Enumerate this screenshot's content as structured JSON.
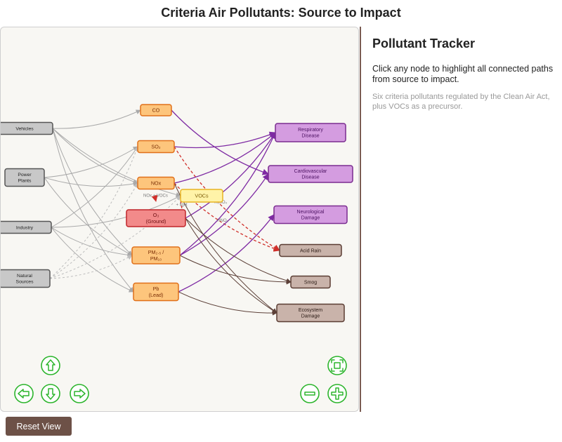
{
  "title": "Criteria Air Pollutants: Source to Impact",
  "sidebar": {
    "heading": "Pollutant Tracker",
    "instructions": "Click any node to highlight all connected paths from source to impact.",
    "note": "Six criteria pollutants regulated by the Clean Air Act, plus VOCs as a precursor."
  },
  "reset_label": "Reset View",
  "colors": {
    "source_fill": "#c8c8c8",
    "source_stroke": "#555555",
    "pollutant_fill": "#fdc57c",
    "pollutant_stroke": "#e0701a",
    "voc_fill": "#fff3a8",
    "voc_stroke": "#e8b423",
    "ozone_fill": "#f28a8a",
    "ozone_stroke": "#c0252a",
    "health_fill": "#d49ce0",
    "health_stroke": "#7a2c8f",
    "env_fill": "#c9b3aa",
    "env_stroke": "#5a3d33",
    "edge_source": "#a9a9a9",
    "edge_health": "#7e2aa3",
    "edge_env": "#5c4038",
    "edge_secondary": "#d0302b",
    "nav": "#2db52d"
  },
  "nodes": [
    {
      "id": "vehicles",
      "lines": [
        "Vehicles"
      ],
      "kind": "source"
    },
    {
      "id": "power",
      "lines": [
        "Power",
        "Plants"
      ],
      "kind": "source"
    },
    {
      "id": "industry",
      "lines": [
        "Industry"
      ],
      "kind": "source"
    },
    {
      "id": "natural",
      "lines": [
        "Natural",
        "Sources"
      ],
      "kind": "source"
    },
    {
      "id": "co",
      "lines": [
        "CO"
      ],
      "kind": "pollutant"
    },
    {
      "id": "so2",
      "lines": [
        "SO₂"
      ],
      "kind": "pollutant"
    },
    {
      "id": "nox",
      "lines": [
        "NOx"
      ],
      "kind": "pollutant"
    },
    {
      "id": "vocs",
      "lines": [
        "VOCs"
      ],
      "kind": "voc"
    },
    {
      "id": "o3",
      "lines": [
        "O₃",
        "(Ground)"
      ],
      "kind": "ozone"
    },
    {
      "id": "pm",
      "lines": [
        "PM₂.₅ /",
        "PM₁₀"
      ],
      "kind": "pollutant"
    },
    {
      "id": "pb",
      "lines": [
        "Pb",
        "(Lead)"
      ],
      "kind": "pollutant"
    },
    {
      "id": "resp",
      "lines": [
        "Respiratory",
        "Disease"
      ],
      "kind": "health"
    },
    {
      "id": "cardio",
      "lines": [
        "Cardiovascular",
        "Disease"
      ],
      "kind": "health"
    },
    {
      "id": "neuro",
      "lines": [
        "Neurological",
        "Damage"
      ],
      "kind": "health"
    },
    {
      "id": "acid",
      "lines": [
        "Acid Rain"
      ],
      "kind": "env"
    },
    {
      "id": "smog",
      "lines": [
        "Smog"
      ],
      "kind": "env"
    },
    {
      "id": "eco",
      "lines": [
        "Ecosystem",
        "Damage"
      ],
      "kind": "env"
    }
  ],
  "edges": [
    {
      "from": "vehicles",
      "to": "co",
      "kind": "source"
    },
    {
      "from": "vehicles",
      "to": "nox",
      "kind": "source"
    },
    {
      "from": "vehicles",
      "to": "vocs",
      "kind": "source"
    },
    {
      "from": "vehicles",
      "to": "pm",
      "kind": "source"
    },
    {
      "from": "vehicles",
      "to": "pb",
      "kind": "source"
    },
    {
      "from": "power",
      "to": "so2",
      "kind": "source"
    },
    {
      "from": "power",
      "to": "nox",
      "kind": "source"
    },
    {
      "from": "power",
      "to": "pm",
      "kind": "source"
    },
    {
      "from": "industry",
      "to": "so2",
      "kind": "source"
    },
    {
      "from": "industry",
      "to": "vocs",
      "kind": "source"
    },
    {
      "from": "industry",
      "to": "pm",
      "kind": "source"
    },
    {
      "from": "industry",
      "to": "pb",
      "kind": "source"
    },
    {
      "from": "natural",
      "to": "so2",
      "kind": "natural"
    },
    {
      "from": "natural",
      "to": "nox",
      "kind": "natural"
    },
    {
      "from": "natural",
      "to": "vocs",
      "kind": "natural"
    },
    {
      "from": "natural",
      "to": "pm",
      "kind": "natural"
    },
    {
      "from": "nox",
      "to": "o3",
      "kind": "secondary",
      "label": "NOx + VOCs"
    },
    {
      "from": "vocs",
      "to": "o3",
      "kind": "secondary",
      "label": "+ light"
    },
    {
      "from": "so2",
      "to": "acid",
      "kind": "secondary",
      "label": "H₂SO₄"
    },
    {
      "from": "nox",
      "to": "acid",
      "kind": "secondary",
      "label": "HNO₃"
    },
    {
      "from": "co",
      "to": "cardio",
      "kind": "health"
    },
    {
      "from": "so2",
      "to": "resp",
      "kind": "health"
    },
    {
      "from": "nox",
      "to": "resp",
      "kind": "health"
    },
    {
      "from": "o3",
      "to": "resp",
      "kind": "health"
    },
    {
      "from": "pm",
      "to": "resp",
      "kind": "health"
    },
    {
      "from": "pm",
      "to": "cardio",
      "kind": "health"
    },
    {
      "from": "pb",
      "to": "neuro",
      "kind": "health"
    },
    {
      "from": "o3",
      "to": "smog",
      "kind": "env"
    },
    {
      "from": "o3",
      "to": "eco",
      "kind": "env"
    },
    {
      "from": "pm",
      "to": "smog",
      "kind": "env"
    },
    {
      "from": "nox",
      "to": "eco",
      "kind": "env"
    },
    {
      "from": "pb",
      "to": "eco",
      "kind": "env"
    }
  ],
  "nav": [
    {
      "id": "pan-up",
      "icon": "arrow-up-icon"
    },
    {
      "id": "pan-left",
      "icon": "arrow-left-icon"
    },
    {
      "id": "pan-down",
      "icon": "arrow-down-icon"
    },
    {
      "id": "pan-right",
      "icon": "arrow-right-icon"
    },
    {
      "id": "fit",
      "icon": "fit-screen-icon"
    },
    {
      "id": "zoom-out",
      "icon": "minus-icon"
    },
    {
      "id": "zoom-in",
      "icon": "plus-icon"
    }
  ]
}
